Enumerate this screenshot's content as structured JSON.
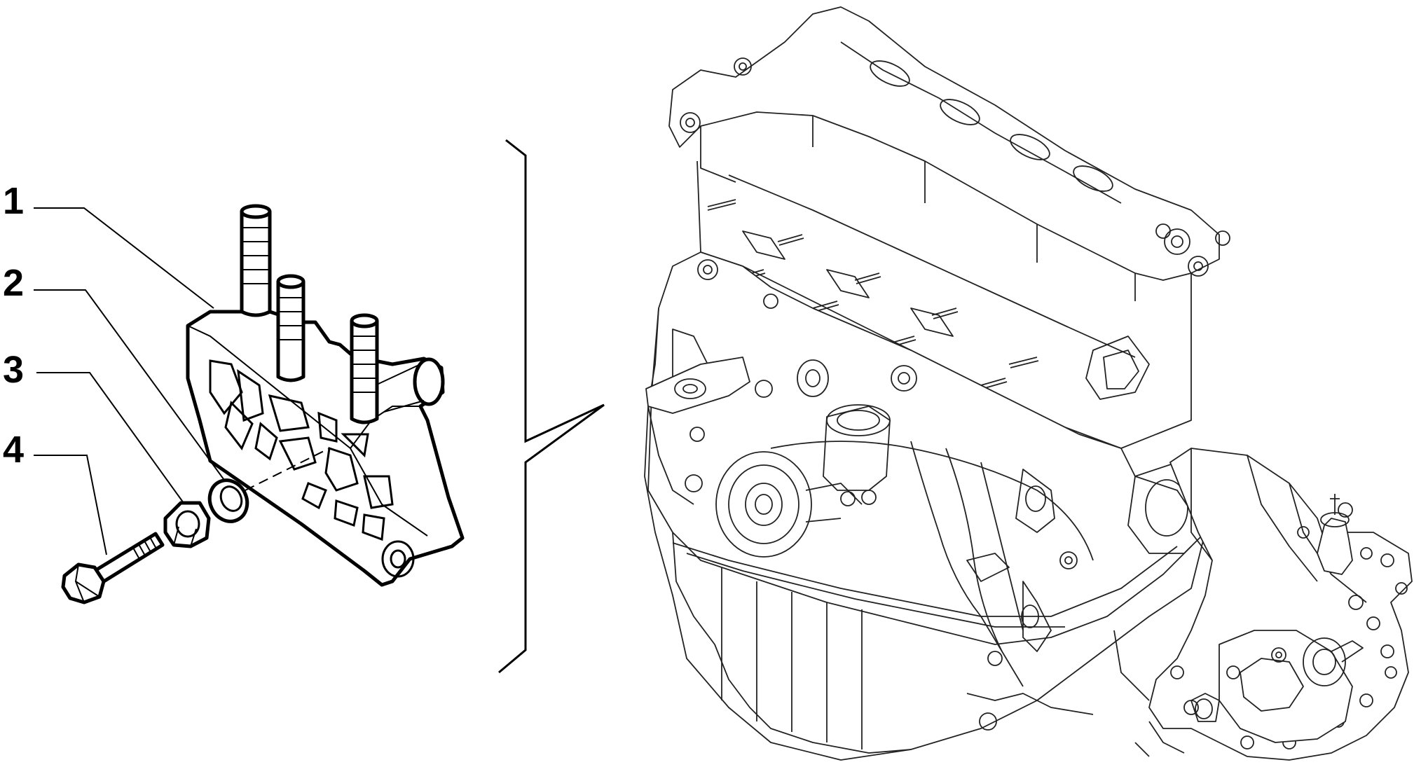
{
  "callouts": [
    {
      "id": "1",
      "label": "1"
    },
    {
      "id": "2",
      "label": "2"
    },
    {
      "id": "3",
      "label": "3"
    },
    {
      "id": "4",
      "label": "4"
    }
  ],
  "parts": {
    "bracket": "engine-mount-bracket",
    "washer": "washer",
    "nut": "nut",
    "bolt": "bolt",
    "engine": "engine-assembly"
  }
}
